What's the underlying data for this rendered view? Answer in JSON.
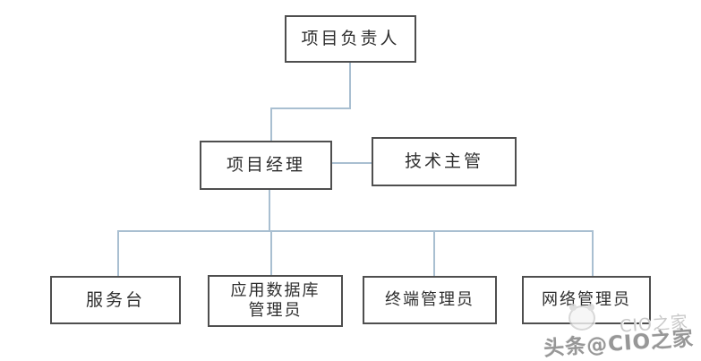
{
  "diagram": {
    "type": "organization-chart",
    "nodes": [
      {
        "id": "project-leader",
        "lines": [
          "项目负责人"
        ]
      },
      {
        "id": "project-manager",
        "lines": [
          "项目经理"
        ]
      },
      {
        "id": "tech-supervisor",
        "lines": [
          "技术主管"
        ]
      },
      {
        "id": "service-desk",
        "lines": [
          "服务台"
        ]
      },
      {
        "id": "app-db-admin",
        "lines": [
          "应用数据库",
          "管理员"
        ]
      },
      {
        "id": "terminal-admin",
        "lines": [
          "终端管理员"
        ]
      },
      {
        "id": "network-admin",
        "lines": [
          "网络管理员"
        ]
      }
    ],
    "edges": [
      {
        "from": "project-leader",
        "to": "project-manager",
        "style": "elbow"
      },
      {
        "from": "project-manager",
        "to": "tech-supervisor",
        "style": "horizontal"
      },
      {
        "from": "project-manager",
        "to": "service-desk",
        "style": "bus"
      },
      {
        "from": "project-manager",
        "to": "app-db-admin",
        "style": "bus"
      },
      {
        "from": "project-manager",
        "to": "terminal-admin",
        "style": "bus"
      },
      {
        "from": "project-manager",
        "to": "network-admin",
        "style": "bus"
      }
    ]
  },
  "watermark": {
    "ghost_text": "CIO之家",
    "main_text": "头条@CIO之家",
    "logo": "cio-mascot-icon"
  },
  "colors": {
    "background": "#ffffff",
    "box_border": "#4f4f4f",
    "box_text": "#2e2e2e",
    "connector": "#a9bfd1",
    "watermark": "#979797",
    "watermark_ghost": "#c9c9c9"
  }
}
